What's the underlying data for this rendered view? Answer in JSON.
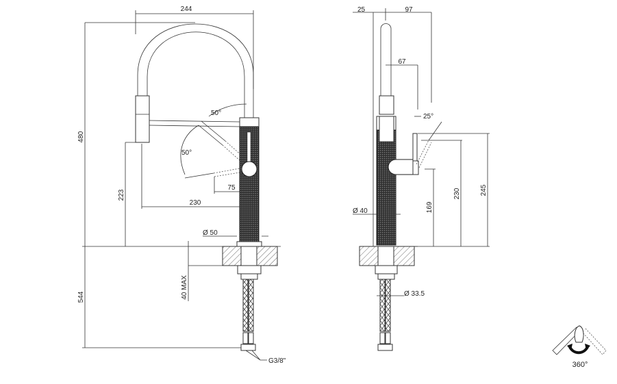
{
  "front_view": {
    "dimensions": {
      "width_top": "244",
      "height_total": "480",
      "spout_height": "223",
      "reach_spout": "230",
      "reach_handle": "75",
      "angle_spout": "50°",
      "angle_lever": "50°",
      "base_diameter": "Ø 50",
      "deck_thickness": "40 MAX",
      "below_deck": "544",
      "connection": "G3/8\""
    }
  },
  "side_view": {
    "dimensions": {
      "offset_back": "25",
      "offset_front": "97",
      "lever_offset": "67",
      "lever_angle": "25°",
      "body_diameter": "Ø 40",
      "handle_height": "169",
      "lever_height": "230",
      "lever_top_height": "245",
      "shank_diameter": "Ø 33.5"
    }
  },
  "rotation_icon": {
    "label": "360°"
  },
  "colors": {
    "line": "#333333",
    "knurl": "#3a3a3a"
  }
}
